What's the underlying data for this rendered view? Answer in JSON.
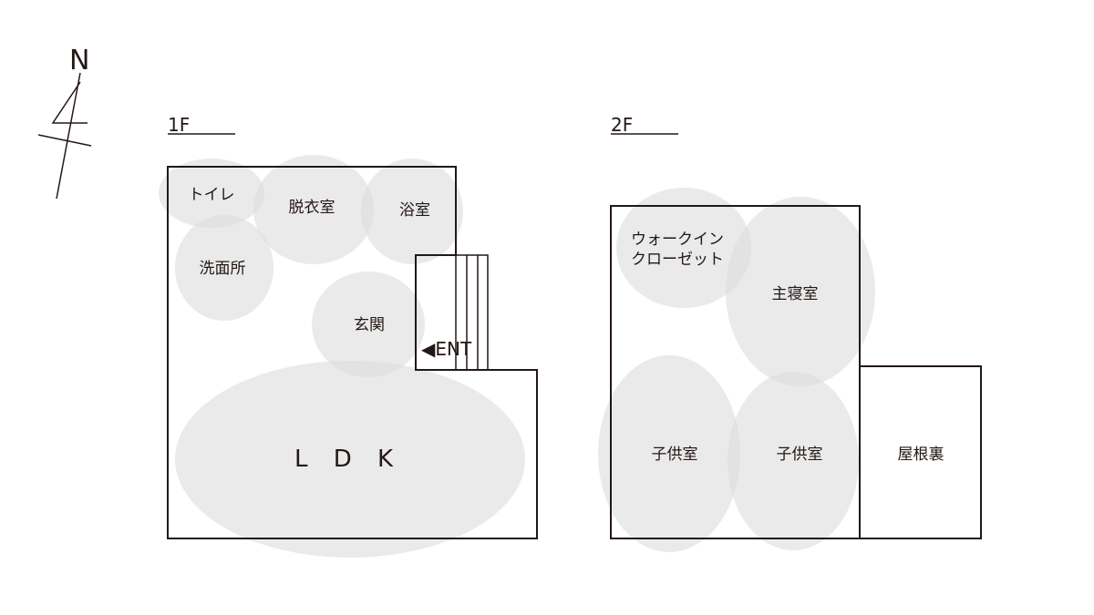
{
  "compass": {
    "label": "N"
  },
  "floors": [
    {
      "label": "1F",
      "rooms": [
        {
          "key": "toilet",
          "label": "トイレ"
        },
        {
          "key": "dressing",
          "label": "脱衣室"
        },
        {
          "key": "bath",
          "label": "浴室"
        },
        {
          "key": "washroom",
          "label": "洗面所"
        },
        {
          "key": "entrance",
          "label": "玄関"
        },
        {
          "key": "ldk",
          "label": "L D K"
        }
      ],
      "entry_label": "◀ENT"
    },
    {
      "label": "2F",
      "rooms": [
        {
          "key": "walkin",
          "label_lines": [
            "ウォークイン",
            "クローゼット"
          ]
        },
        {
          "key": "master",
          "label": "主寝室"
        },
        {
          "key": "child1",
          "label": "子供室"
        },
        {
          "key": "child2",
          "label": "子供室"
        },
        {
          "key": "attic",
          "label": "屋根裏"
        }
      ]
    }
  ],
  "colors": {
    "line": "#231815",
    "bubble": "#dcdcdc"
  }
}
